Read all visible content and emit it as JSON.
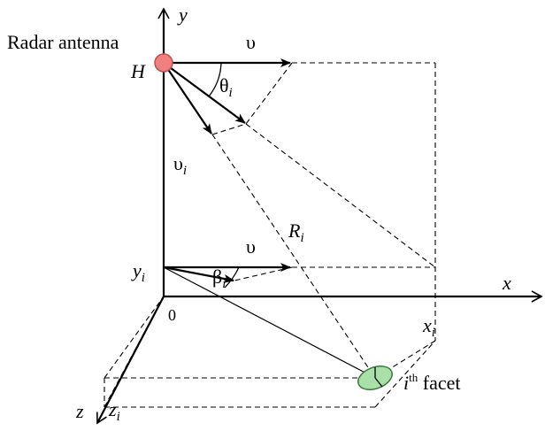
{
  "labels": {
    "y_axis": "y",
    "x_axis": "x",
    "z_axis": "z",
    "origin": "0",
    "radar_antenna": "Radar antenna",
    "H": "H",
    "v_top": "υ",
    "theta": "θ",
    "theta_sub": "i",
    "v_i": "υ",
    "v_i_sub": "i",
    "R": "R",
    "R_sub": "i",
    "y_i": "y",
    "y_i_sub": "i",
    "v_bottom": "υ",
    "beta": "β",
    "beta_sub": "i",
    "x_i": "x",
    "x_i_sub": "i",
    "z_i": "z",
    "z_i_sub": "i",
    "facet_i": "i",
    "facet_sup": "th",
    "facet_word": " facet"
  },
  "colors": {
    "antenna_fill": "#f08080",
    "antenna_stroke": "#c05050",
    "facet_fill": "#a8e0a8",
    "facet_stroke": "#3a7a3a"
  }
}
